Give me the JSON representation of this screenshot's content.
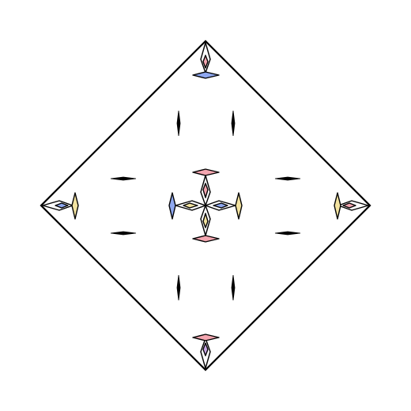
{
  "diagram": {
    "description_free": true,
    "colors": {
      "background": "#ffffff",
      "stroke": "#000000",
      "fill_tip": "#ffffff",
      "accent_pink": "#f4a6b0",
      "accent_blue": "#8fa8f0",
      "accent_yellow": "#f3e3a0",
      "accent_purple": "#c9a8e6"
    },
    "elements": {
      "outer_frame": "diamond",
      "corner_markers": [
        "top",
        "right",
        "bottom",
        "left"
      ],
      "center_marker": "four-point-star",
      "tick_marks": 8
    }
  }
}
